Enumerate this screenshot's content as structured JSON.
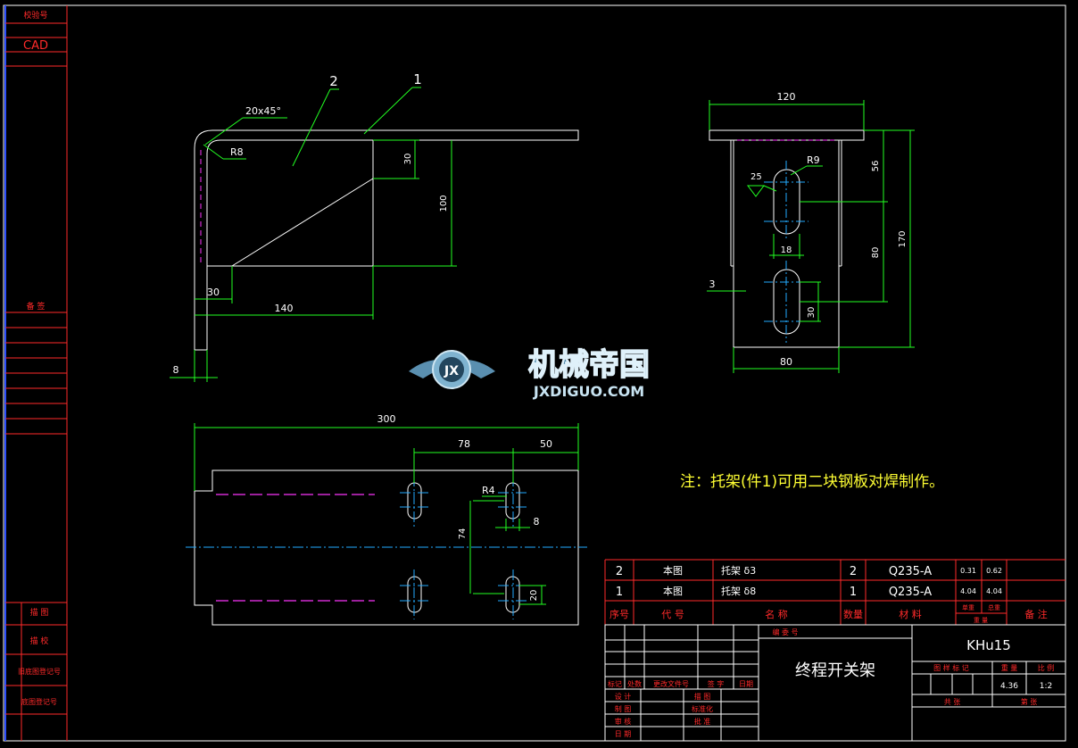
{
  "left_strip": {
    "top_label": "校验号",
    "cad": "CAD",
    "mid_label": "备 签",
    "bottom_labels": [
      "描 图",
      "描 校",
      "旧底图登记号",
      "底图登记号"
    ]
  },
  "front_view": {
    "part_labels": [
      "2",
      "1"
    ],
    "chamfer": "20x45°",
    "radius": "R8",
    "dims": {
      "d30_v": "30",
      "d100": "100",
      "d30_h": "30",
      "d140": "140",
      "d8": "8"
    }
  },
  "side_view": {
    "dims": {
      "d120": "120",
      "d56": "56",
      "d170": "170",
      "d80_v": "80",
      "d30": "30",
      "d18": "18",
      "d3": "3",
      "d80_h": "80",
      "r9": "R9",
      "weld": "25"
    }
  },
  "top_view": {
    "dims": {
      "d300": "300",
      "d78": "78",
      "d50": "50",
      "r4": "R4",
      "d74": "74",
      "d8": "8",
      "d20": "20"
    }
  },
  "watermark": {
    "title": "机械帝国",
    "url": "JXDIGUO.COM",
    "badge": "JX"
  },
  "note": "注：托架(件1)可用二块钢板对焊制作。",
  "bom": {
    "rows": [
      {
        "no": "2",
        "code": "本图",
        "name": "托架 δ3",
        "qty": "2",
        "material": "Q235-A",
        "unit": "0.31",
        "total": "0.62"
      },
      {
        "no": "1",
        "code": "本图",
        "name": "托架 δ8",
        "qty": "1",
        "material": "Q235-A",
        "unit": "4.04",
        "total": "4.04"
      }
    ],
    "header": {
      "no": "序号",
      "code": "代 号",
      "name": "名 称",
      "qty": "数量",
      "material": "材 料",
      "unit_weight": "单重",
      "total_weight": "总重",
      "weight": "重 量",
      "remark": "备 注"
    }
  },
  "title_block": {
    "drawing_no": "KHu15",
    "title": "终程开关架",
    "org": "编 委 号",
    "rev_headers": [
      "标记",
      "处数",
      "更改文件号",
      "签 字",
      "日期"
    ],
    "roles_left": [
      "设 计",
      "制 图",
      "审 核",
      "日 期"
    ],
    "roles_right": [
      "描 图",
      "标准化",
      "批 准"
    ],
    "stage_labels": {
      "stage": "图 样 标 记",
      "weight": "重 量",
      "scale": "比 例"
    },
    "weight": "4.36",
    "scale": "1:2",
    "sheet_labels": {
      "sheets": "共 张",
      "sheet": "第 张"
    }
  }
}
